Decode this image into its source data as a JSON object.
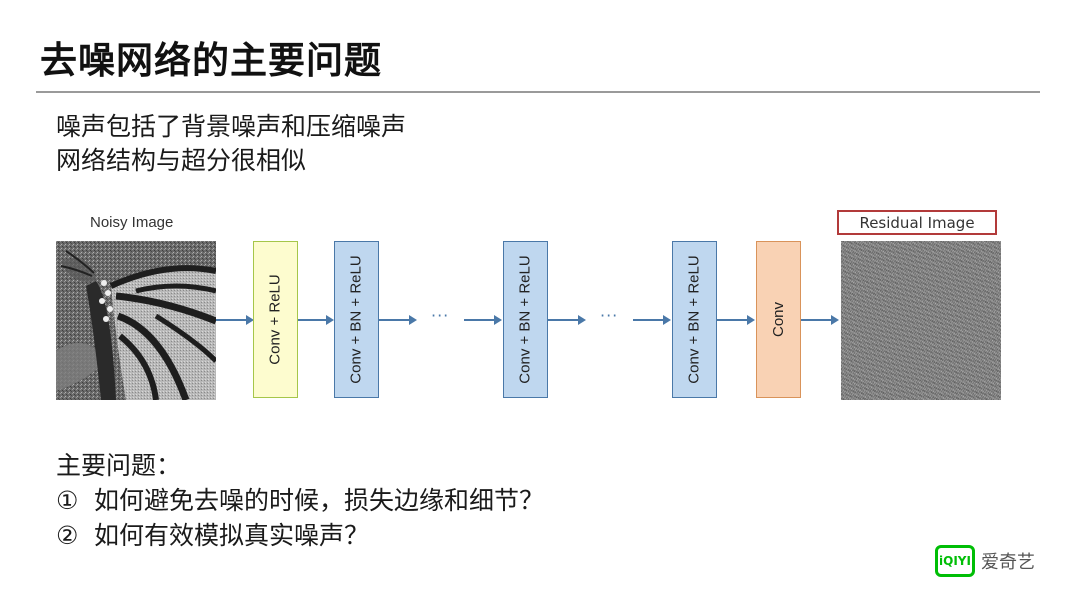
{
  "slide": {
    "title": "去噪网络的主要问题",
    "intro": [
      "噪声包括了背景噪声和压缩噪声",
      "网络结构与超分很相似"
    ],
    "diagram": {
      "noisy_label": "Noisy Image",
      "residual_label": "Residual Image",
      "layers": [
        "Conv + ReLU",
        "Conv + BN + ReLU",
        "Conv + BN + ReLU",
        "Conv + BN + ReLU",
        "Conv"
      ],
      "ellipsis": "···"
    },
    "questions_heading": "主要问题：",
    "questions": [
      {
        "num": "①",
        "text": "如何避免去噪的时候，损失边缘和细节？"
      },
      {
        "num": "②",
        "text": "如何有效模拟真实噪声？"
      }
    ],
    "logo": {
      "mark": "iQIYI",
      "name": "爱奇艺"
    },
    "colors": {
      "arrow": "#4a78a8",
      "residual_border": "#b23a3a",
      "logo_green": "#00be06"
    }
  }
}
